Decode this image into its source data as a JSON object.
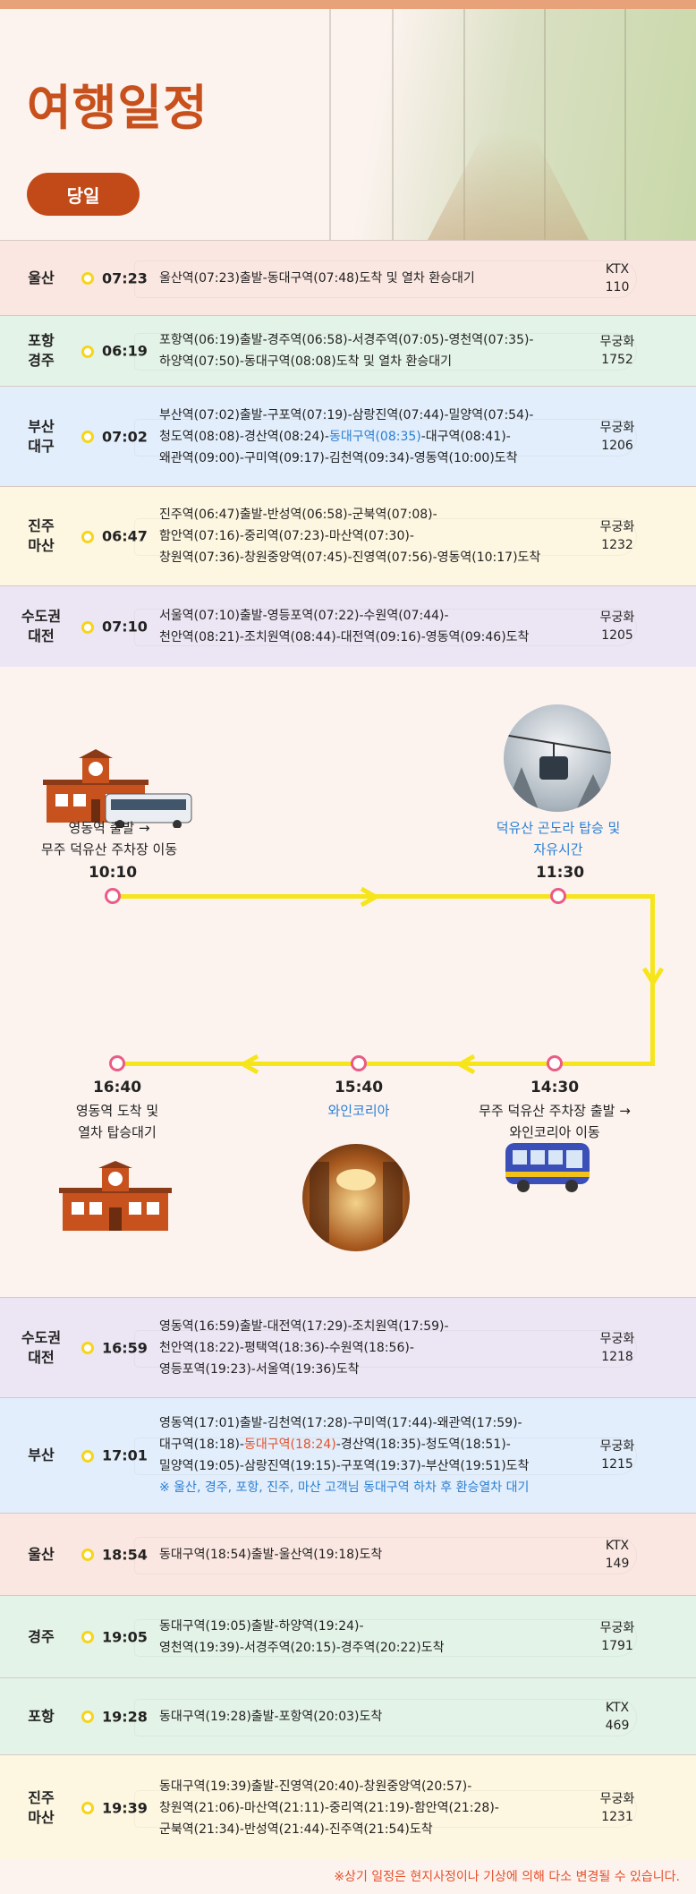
{
  "header": {
    "title": "여행일정",
    "day_badge": "당일"
  },
  "outbound": [
    {
      "region": [
        "울산"
      ],
      "time": "07:23",
      "route": [
        [
          "울산역(07:23)출발-동대구역(07:48)도착 및 열차 환승대기"
        ]
      ],
      "train": [
        "KTX",
        "110"
      ],
      "bg": "#fbe7e1"
    },
    {
      "region": [
        "포항",
        "경주"
      ],
      "time": "06:19",
      "route": [
        [
          "포항역(06:19)출발-경주역(06:58)-서경주역(07:05)-영천역(07:35)-"
        ],
        [
          "하양역(07:50)-동대구역(08:08)도착 및 열차 환승대기"
        ]
      ],
      "train": [
        "무궁화",
        "1752"
      ],
      "bg": "#e4f3e7"
    },
    {
      "region": [
        "부산",
        "대구"
      ],
      "time": "07:02",
      "route": [
        [
          "부산역(07:02)출발-구포역(07:19)-삼랑진역(07:44)-밀양역(07:54)-"
        ],
        [
          "청도역(08:08)-경산역(08:24)-",
          "동대구역(08:35)",
          "-대구역(08:41)-"
        ],
        [
          "왜관역(09:00)-구미역(09:17)-김천역(09:34)-영동역(10:00)도착"
        ]
      ],
      "train": [
        "무궁화",
        "1206"
      ],
      "bg": "#e2eefb"
    },
    {
      "region": [
        "진주",
        "마산"
      ],
      "time": "06:47",
      "route": [
        [
          "진주역(06:47)출발-반성역(06:58)-군북역(07:08)-"
        ],
        [
          "함안역(07:16)-중리역(07:23)-마산역(07:30)-"
        ],
        [
          "창원역(07:36)-창원중앙역(07:45)-진영역(07:56)-영동역(10:17)도착"
        ]
      ],
      "train": [
        "무궁화",
        "1232"
      ],
      "bg": "#fdf6e0"
    },
    {
      "region": [
        "수도권",
        "대전"
      ],
      "time": "07:10",
      "route": [
        [
          "서울역(07:10)출발-영등포역(07:22)-수원역(07:44)-"
        ],
        [
          "천안역(08:21)-조치원역(08:44)-대전역(09:16)-영동역(09:46)도착"
        ]
      ],
      "train": [
        "무궁화",
        "1205"
      ],
      "bg": "#ece6f4"
    }
  ],
  "itinerary": [
    {
      "time": "10:10",
      "label": [
        "영동역 출발 →",
        "무주 덕유산 주차장 이동"
      ]
    },
    {
      "time": "11:30",
      "label": [
        "덕유산 곤도라 탑승 및",
        "자유시간"
      ]
    },
    {
      "time": "14:30",
      "label": [
        "무주 덕유산 주차장 출발 →",
        "와인코리아 이동"
      ]
    },
    {
      "time": "15:40",
      "label": [
        "와인코리아"
      ]
    },
    {
      "time": "16:40",
      "label": [
        "영동역 도착 및",
        "열차 탑승대기"
      ]
    }
  ],
  "return": [
    {
      "region": [
        "수도권",
        "대전"
      ],
      "time": "16:59",
      "route": [
        [
          "영동역(16:59)출발-대전역(17:29)-조치원역(17:59)-"
        ],
        [
          "천안역(18:22)-평택역(18:36)-수원역(18:56)-"
        ],
        [
          "영등포역(19:23)-서울역(19:36)도착"
        ]
      ],
      "train": [
        "무궁화",
        "1218"
      ],
      "bg": "#ece6f4"
    },
    {
      "region": [
        "부산"
      ],
      "time": "17:01",
      "route": [
        [
          "영동역(17:01)출발-김천역(17:28)-구미역(17:44)-왜관역(17:59)-"
        ],
        [
          "대구역(18:18)-",
          "동대구역(18:24)",
          "-경산역(18:35)-청도역(18:51)-"
        ],
        [
          "밀양역(19:05)-삼랑진역(19:15)-구포역(19:37)-부산역(19:51)도착"
        ]
      ],
      "note": "※ 울산, 경주, 포항, 진주, 마산 고객님 동대구역 하차 후 환승열차 대기",
      "train": [
        "무궁화",
        "1215"
      ],
      "bg": "#e2eefb"
    },
    {
      "region": [
        "울산"
      ],
      "time": "18:54",
      "route": [
        [
          "동대구역(18:54)출발-울산역(19:18)도착"
        ]
      ],
      "train": [
        "KTX",
        "149"
      ],
      "bg": "#fbe7e1"
    },
    {
      "region": [
        "경주"
      ],
      "time": "19:05",
      "route": [
        [
          "동대구역(19:05)출발-하양역(19:24)-"
        ],
        [
          "영천역(19:39)-서경주역(20:15)-경주역(20:22)도착"
        ]
      ],
      "train": [
        "무궁화",
        "1791"
      ],
      "bg": "#e4f3e7"
    },
    {
      "region": [
        "포항"
      ],
      "time": "19:28",
      "route": [
        [
          "동대구역(19:28)출발-포항역(20:03)도착"
        ]
      ],
      "train": [
        "KTX",
        "469"
      ],
      "bg": "#e4f3e7"
    },
    {
      "region": [
        "진주",
        "마산"
      ],
      "time": "19:39",
      "route": [
        [
          "동대구역(19:39)출발-진영역(20:40)-창원중앙역(20:57)-"
        ],
        [
          "창원역(21:06)-마산역(21:11)-중리역(21:19)-함안역(21:28)-"
        ],
        [
          "군북역(21:34)-반성역(21:44)-진주역(21:54)도착"
        ]
      ],
      "train": [
        "무궁화",
        "1231"
      ],
      "bg": "#fdf6e0"
    }
  ],
  "footer": "※상기 일정은 현지사정이나 기상에 의해 다소 변경될 수 있습니다.",
  "colors": {
    "title": "#c7501d",
    "badge": "#c24a18",
    "timeline": "#f6e51a",
    "point": "#ea5c85",
    "highlight_blue": "#2a7fd4",
    "highlight_red": "#e6502a"
  }
}
